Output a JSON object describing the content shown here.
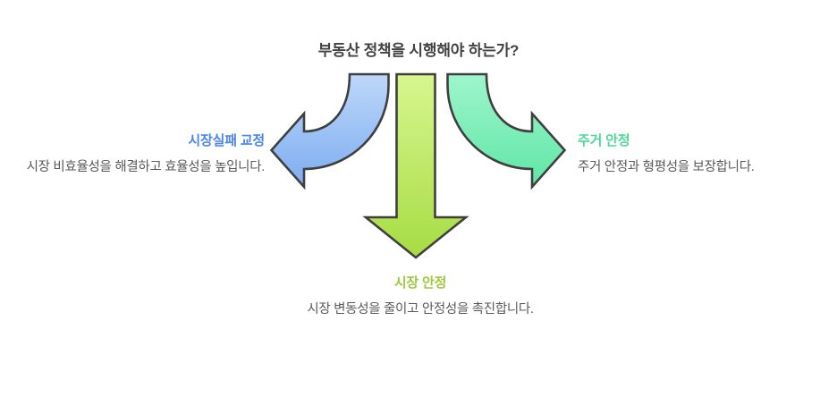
{
  "diagram": {
    "type": "three-way-branching-arrow-diagram",
    "root": {
      "question": "부동산 정책을 시행해야 하는가?"
    },
    "branches": [
      {
        "id": "market-failure-correction",
        "position": "left",
        "title": "시장실패 교정",
        "description": "시장 비효율성을 해결하고 효율성을 높입니다.",
        "arrow": {
          "name": "curved-arrow-left",
          "direction": "left",
          "fill_top": "#b9d4f8",
          "fill_bottom": "#7aabf0",
          "stroke": "#3f3f3f"
        },
        "title_color": "#4a86e8"
      },
      {
        "id": "market-stability",
        "position": "bottom",
        "title": "시장 안정",
        "description": "시장 변동성을 줄이고 안정성을 촉진합니다.",
        "arrow": {
          "name": "arrow-down",
          "direction": "down",
          "fill_top": "#d4f58c",
          "fill_bottom": "#a8dd46",
          "stroke": "#3f3f3f"
        },
        "title_color": "#9cc93b"
      },
      {
        "id": "housing-stability",
        "position": "right",
        "title": "주거 안정",
        "description": "주거 안정과 형평성을 보장합니다.",
        "arrow": {
          "name": "curved-arrow-right",
          "direction": "right",
          "fill_top": "#9cf3cb",
          "fill_bottom": "#5fe7a7",
          "stroke": "#3f3f3f"
        },
        "title_color": "#4ed898"
      }
    ],
    "colors": {
      "background": "#ffffff",
      "title_text": "#434343",
      "description_text": "#595959",
      "arrow_outline": "#3f3f3f"
    }
  }
}
